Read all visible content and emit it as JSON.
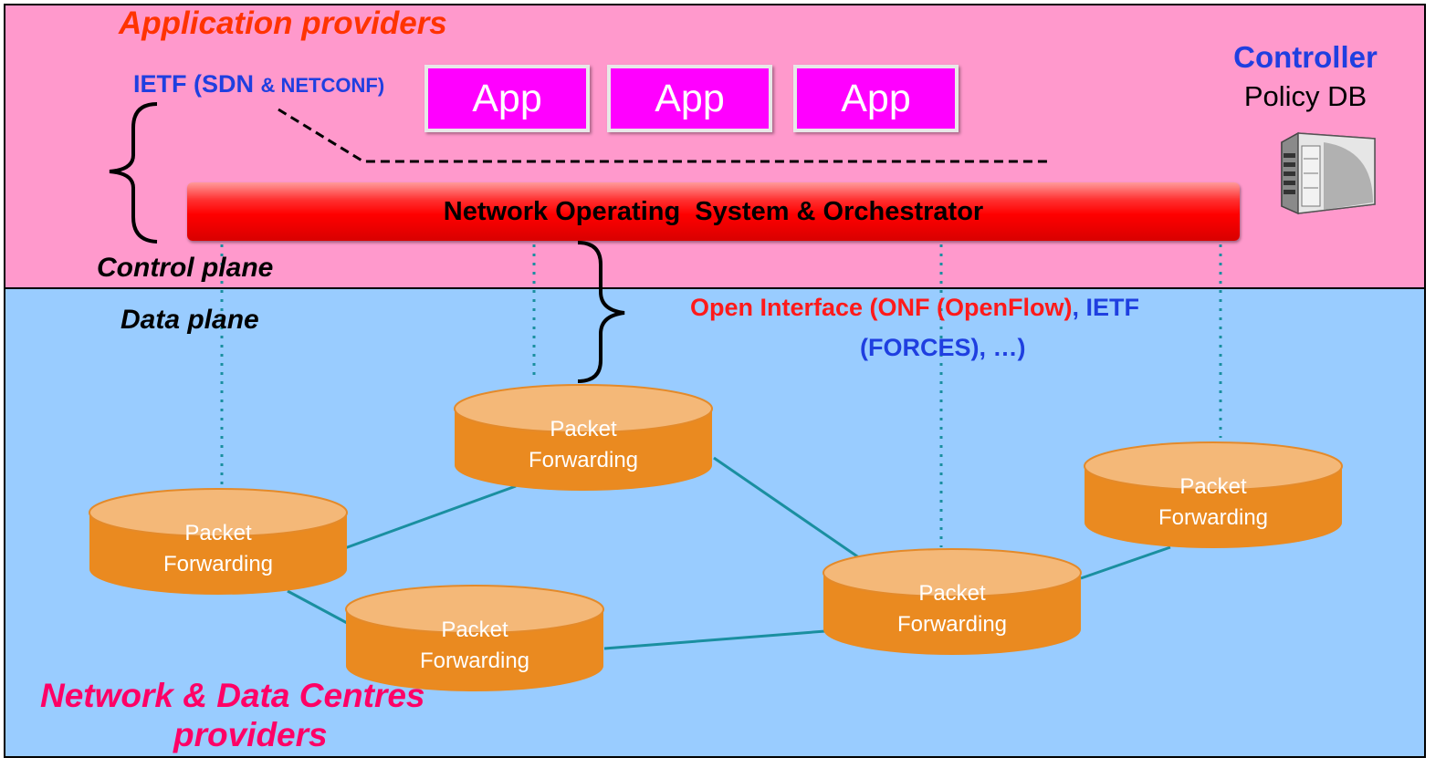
{
  "top_panel": {
    "title": "Application providers",
    "ietf_main": "IETF (SDN ",
    "ietf_small": " & NETCONF)",
    "controller_title": "Controller",
    "controller_subtitle": "Policy DB",
    "apps": [
      "App",
      "App",
      "App"
    ],
    "nos_label": "Network Operating  System & Orchestrator",
    "control_plane_label": "Control plane"
  },
  "bottom_panel": {
    "data_plane_label": "Data plane",
    "open_interface_red": "Open Interface (ONF (OpenFlow)",
    "open_interface_blue": ", IETF",
    "open_interface_line2": "(FORCES), …)",
    "provider_line1": "Network & Data Centres",
    "provider_line2": "providers"
  },
  "nodes": [
    {
      "line1": "Packet",
      "line2": "Forwarding"
    },
    {
      "line1": "Packet",
      "line2": "Forwarding"
    },
    {
      "line1": "Packet",
      "line2": "Forwarding"
    },
    {
      "line1": "Packet",
      "line2": "Forwarding"
    },
    {
      "line1": "Packet",
      "line2": "Forwarding"
    }
  ],
  "colors": {
    "top_background": "#ff99cc",
    "bottom_background": "#99ccff",
    "app_fill": "#ff00ff",
    "nos_fill": "#ff0000",
    "node_body": "#ea8a20",
    "node_top": "#f4b878",
    "link": "#1a8fa0"
  },
  "icons": {
    "controller": "server-icon"
  }
}
